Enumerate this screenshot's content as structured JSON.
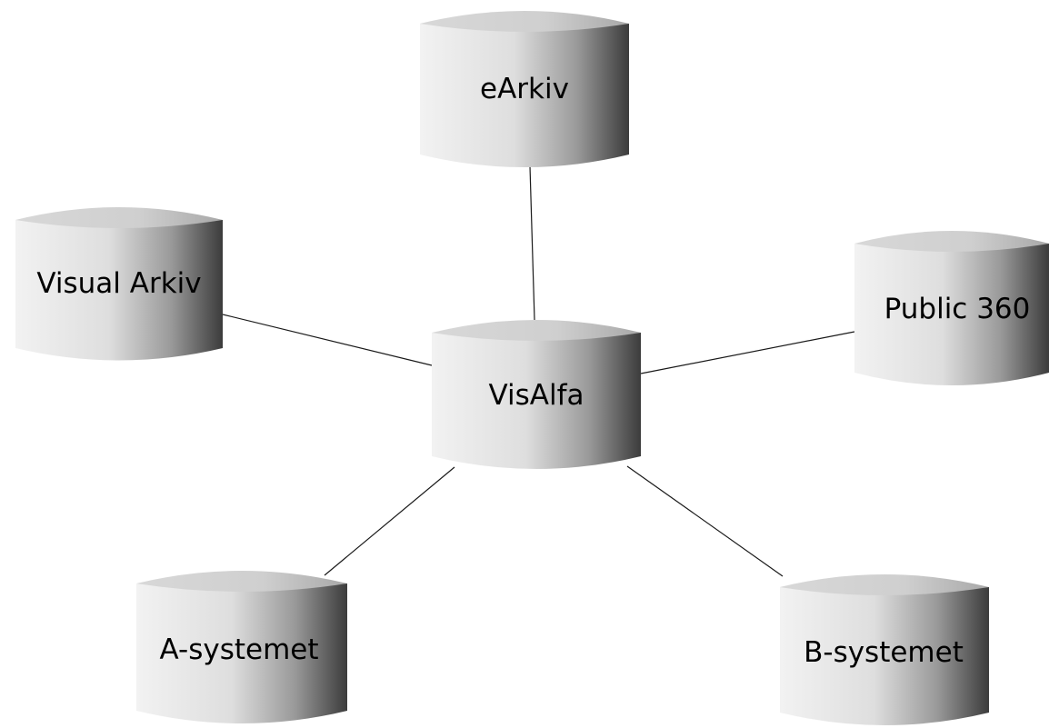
{
  "diagram": {
    "nodes": {
      "visalfa": {
        "label": "VisAlfa"
      },
      "earkiv": {
        "label": "eArkiv"
      },
      "visual_arkiv": {
        "label": "Visual Arkiv"
      },
      "public360": {
        "label": "Public 360"
      },
      "a_systemet": {
        "label": "A-systemet"
      },
      "b_systemet": {
        "label": "B-systemet"
      }
    },
    "edges": [
      {
        "from": "visalfa",
        "to": "earkiv"
      },
      {
        "from": "visalfa",
        "to": "visual_arkiv"
      },
      {
        "from": "visalfa",
        "to": "public360"
      },
      {
        "from": "visalfa",
        "to": "a_systemet"
      },
      {
        "from": "visalfa",
        "to": "b_systemet"
      }
    ],
    "colors": {
      "cylinder_light": "#f4f4f4",
      "cylinder_dark": "#3a3a3a",
      "line": "#1a1a1a"
    }
  }
}
